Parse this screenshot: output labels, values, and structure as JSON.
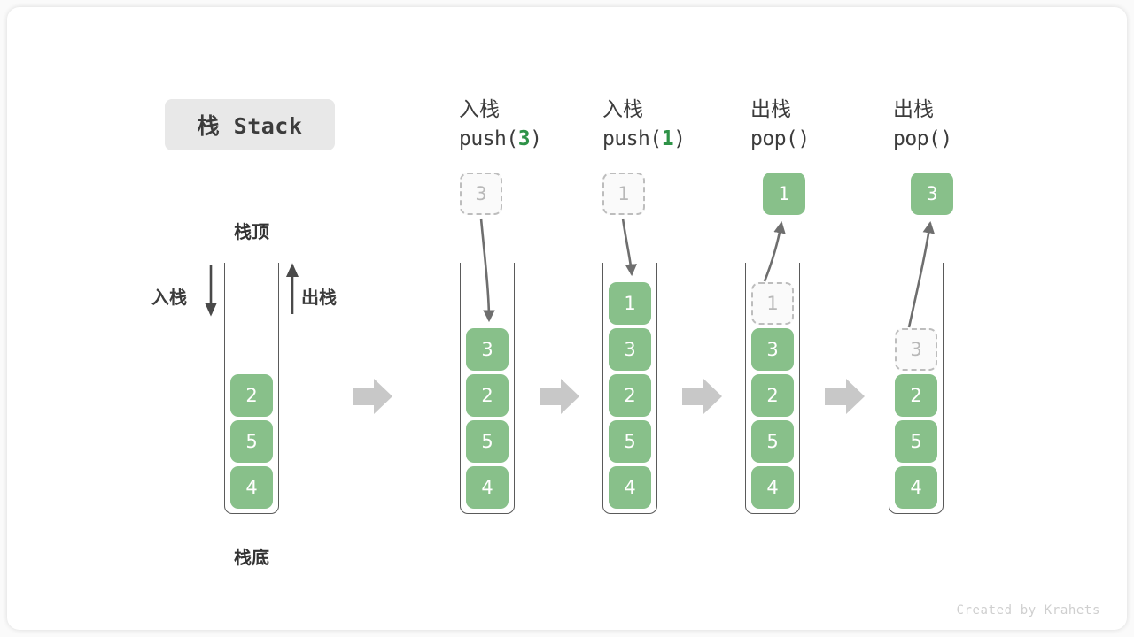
{
  "title_badge": {
    "label": "栈 Stack"
  },
  "footer": {
    "credit": "Created by Krahets"
  },
  "labels": {
    "top": "栈顶",
    "bottom": "栈底",
    "push": "入栈",
    "pop": "出栈"
  },
  "colors": {
    "cell_fill": "#88c08a",
    "cell_text": "#ffffff",
    "ghost_border": "#bdbdbd",
    "ghost_text": "#b8b8b8",
    "arrow_gray": "#c8c8c8",
    "stroke_dark": "#5a5a5a",
    "code_arg": "#2e9247",
    "badge_bg": "#e8e8e8"
  },
  "columns": [
    {
      "id": "initial",
      "heading_cn": "",
      "heading_code_pre": "",
      "heading_code_arg": "",
      "heading_code_post": "",
      "cells": [
        {
          "value": "2",
          "state": "solid"
        },
        {
          "value": "5",
          "state": "solid"
        },
        {
          "value": "4",
          "state": "solid"
        }
      ],
      "floating": null
    },
    {
      "id": "push-3",
      "heading_cn": "入栈",
      "heading_code_pre": "push(",
      "heading_code_arg": "3",
      "heading_code_post": ")",
      "cells": [
        {
          "value": "3",
          "state": "solid"
        },
        {
          "value": "2",
          "state": "solid"
        },
        {
          "value": "5",
          "state": "solid"
        },
        {
          "value": "4",
          "state": "solid"
        }
      ],
      "floating": {
        "value": "3",
        "state": "ghost"
      }
    },
    {
      "id": "push-1",
      "heading_cn": "入栈",
      "heading_code_pre": "push(",
      "heading_code_arg": "1",
      "heading_code_post": ")",
      "cells": [
        {
          "value": "1",
          "state": "solid"
        },
        {
          "value": "3",
          "state": "solid"
        },
        {
          "value": "2",
          "state": "solid"
        },
        {
          "value": "5",
          "state": "solid"
        },
        {
          "value": "4",
          "state": "solid"
        }
      ],
      "floating": {
        "value": "1",
        "state": "ghost"
      }
    },
    {
      "id": "pop-1",
      "heading_cn": "出栈",
      "heading_code_pre": "pop(",
      "heading_code_arg": "",
      "heading_code_post": ")",
      "cells": [
        {
          "value": "1",
          "state": "ghost"
        },
        {
          "value": "3",
          "state": "solid"
        },
        {
          "value": "2",
          "state": "solid"
        },
        {
          "value": "5",
          "state": "solid"
        },
        {
          "value": "4",
          "state": "solid"
        }
      ],
      "floating": {
        "value": "1",
        "state": "solid"
      }
    },
    {
      "id": "pop-3",
      "heading_cn": "出栈",
      "heading_code_pre": "pop(",
      "heading_code_arg": "",
      "heading_code_post": ")",
      "cells": [
        {
          "value": "3",
          "state": "ghost"
        },
        {
          "value": "2",
          "state": "solid"
        },
        {
          "value": "5",
          "state": "solid"
        },
        {
          "value": "4",
          "state": "solid"
        }
      ],
      "floating": {
        "value": "3",
        "state": "solid"
      }
    }
  ]
}
